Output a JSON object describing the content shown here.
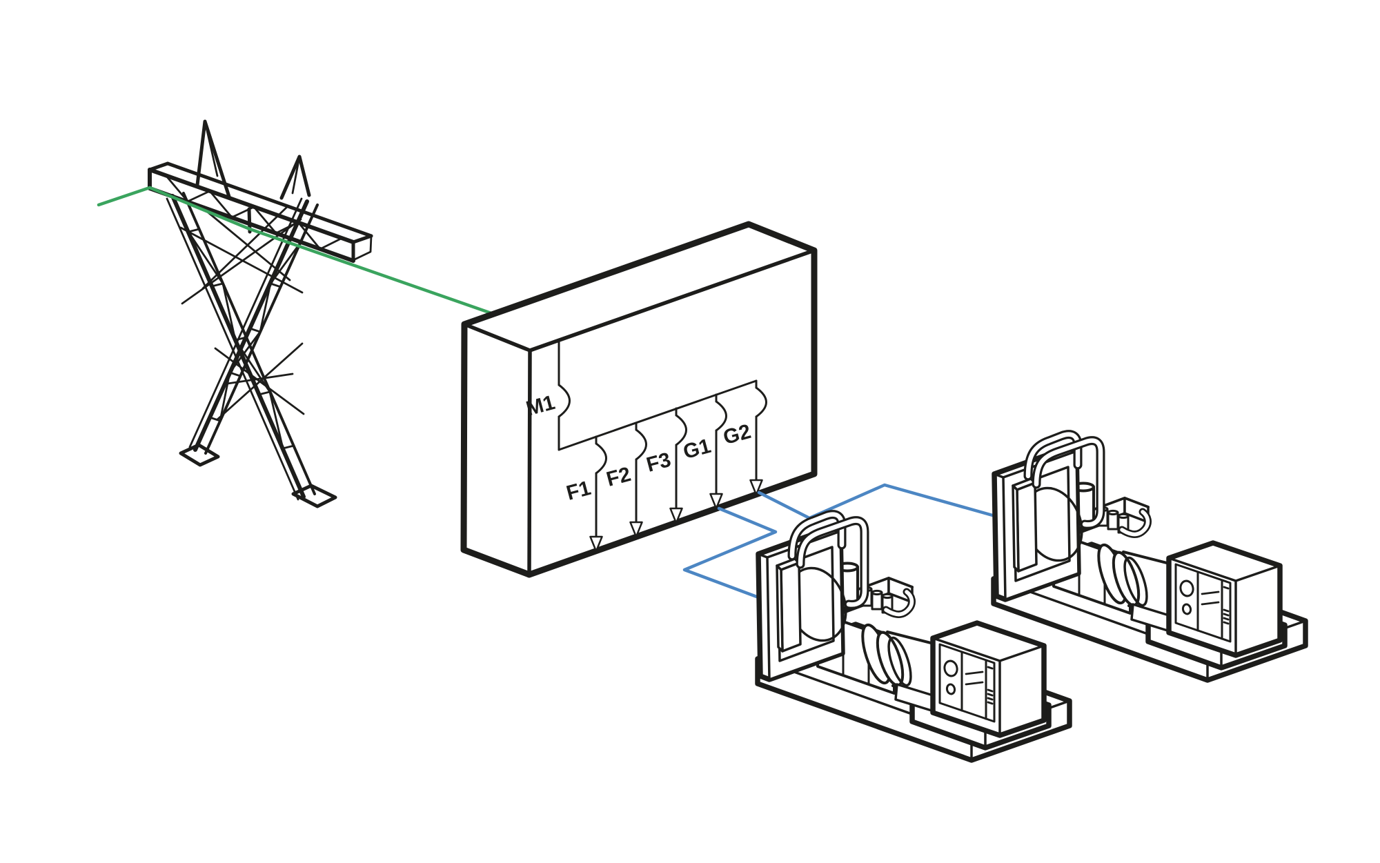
{
  "diagram": {
    "background_color": "#ffffff",
    "ink_color": "#1d1d1b",
    "utility_supply": {
      "icon": "transmission-tower-icon",
      "line_icon": "utility-power-line",
      "line_color": "#3aa45e"
    },
    "switchboard": {
      "icon": "main-switchboard-icon",
      "incomer_label": "M1",
      "feeder_labels": [
        "F1",
        "F2",
        "F3",
        "G1",
        "G2"
      ]
    },
    "generators": {
      "icon": "diesel-genset-icon",
      "count": 2,
      "cable_color": "#4c86c3"
    }
  }
}
